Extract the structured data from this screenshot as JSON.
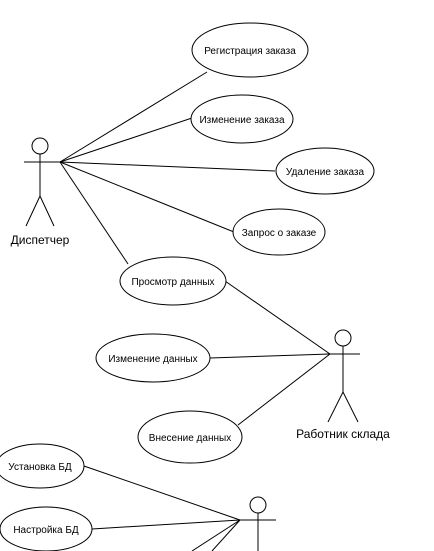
{
  "actors": {
    "dispatcher": "Диспетчер",
    "warehouse_worker": "Работник склада"
  },
  "use_cases": {
    "order_registration": "Регистрация заказа",
    "order_change": "Изменение заказа",
    "order_delete": "Удаление заказа",
    "order_query": "Запрос о заказе",
    "data_view": "Просмотр данных",
    "data_change": "Изменение данных",
    "data_entry": "Внесение данных",
    "db_install": "Установка БД",
    "db_setup": "Настройка БД"
  }
}
